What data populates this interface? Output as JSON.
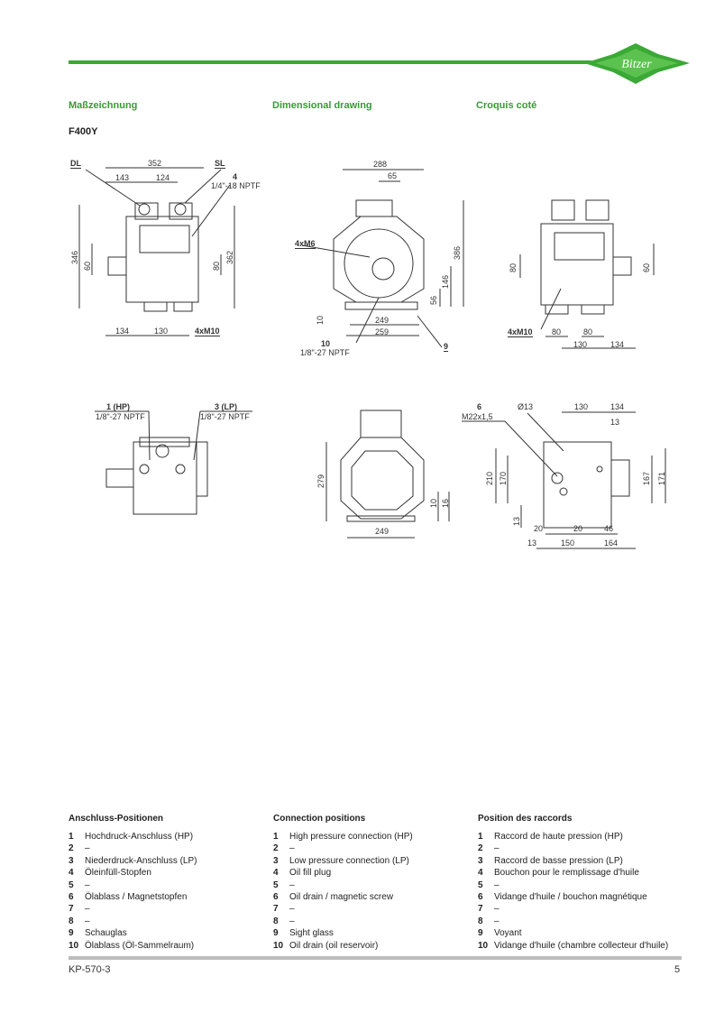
{
  "header": {
    "logo_text": "Bitzer",
    "brand_color": "#3aa935"
  },
  "titles": {
    "de": "Maßzeichnung",
    "en": "Dimensional drawing",
    "fr": "Croquis coté"
  },
  "model": "F400Y",
  "views": {
    "side_left": {
      "dl": "DL",
      "d352": "352",
      "d143": "143",
      "d124": "124",
      "sl": "SL",
      "p4": "4",
      "p4_thread": "1/4\"-18 NPTF",
      "d346": "346",
      "d60": "60",
      "d80": "80",
      "d362": "362",
      "d134": "134",
      "d130": "130",
      "m10": "4xM10"
    },
    "front": {
      "d288": "288",
      "d65": "65",
      "m6": "4xM6",
      "d386": "386",
      "d146": "146",
      "d56": "56",
      "d10": "10",
      "d249": "249",
      "d259": "259",
      "p10": "10",
      "p10_thread": "1/8\"-27 NPTF",
      "p9": "9"
    },
    "side_right": {
      "d80a": "80",
      "d60": "60",
      "m10": "4xM10",
      "d80b": "80",
      "d80c": "80",
      "d130": "130",
      "d134": "134"
    },
    "top": {
      "hp": "1 (HP)",
      "hp_thread": "1/8\"-27 NPTF",
      "lp": "3 (LP)",
      "lp_thread": "1/8\"-27 NPTF"
    },
    "rear": {
      "d279": "279",
      "d10": "10",
      "d16": "16",
      "d249": "249"
    },
    "bottom": {
      "p6": "6",
      "p6_thread": "M22x1,5",
      "dia13": "Ø13",
      "d130": "130",
      "d134": "134",
      "d13a": "13",
      "d210": "210",
      "d170": "170",
      "d167": "167",
      "d171": "171",
      "d13b": "13",
      "d20a": "20",
      "d20b": "20",
      "d46": "46",
      "d13c": "13",
      "d150": "150",
      "d164": "164"
    }
  },
  "legend": {
    "de": {
      "title": "Anschluss-Positionen",
      "items": [
        {
          "n": "1",
          "t": "Hochdruck-Anschluss (HP)"
        },
        {
          "n": "2",
          "t": "–"
        },
        {
          "n": "3",
          "t": "Niederdruck-Anschluss (LP)"
        },
        {
          "n": "4",
          "t": "Öleinfüll-Stopfen"
        },
        {
          "n": "5",
          "t": "–"
        },
        {
          "n": "6",
          "t": "Ölablass / Magnetstopfen"
        },
        {
          "n": "7",
          "t": "–"
        },
        {
          "n": "8",
          "t": "–"
        },
        {
          "n": "9",
          "t": "Schauglas"
        },
        {
          "n": "10",
          "t": "Ölablass (Öl-Sammelraum)"
        }
      ]
    },
    "en": {
      "title": "Connection positions",
      "items": [
        {
          "n": "1",
          "t": "High pressure connection (HP)"
        },
        {
          "n": "2",
          "t": "–"
        },
        {
          "n": "3",
          "t": "Low pressure connection (LP)"
        },
        {
          "n": "4",
          "t": "Oil fill plug"
        },
        {
          "n": "5",
          "t": "–"
        },
        {
          "n": "6",
          "t": "Oil drain / magnetic screw"
        },
        {
          "n": "7",
          "t": "–"
        },
        {
          "n": "8",
          "t": "–"
        },
        {
          "n": "9",
          "t": "Sight glass"
        },
        {
          "n": "10",
          "t": "Oil drain (oil reservoir)"
        }
      ]
    },
    "fr": {
      "title": "Position des raccords",
      "items": [
        {
          "n": "1",
          "t": "Raccord de haute pression (HP)"
        },
        {
          "n": "2",
          "t": "–"
        },
        {
          "n": "3",
          "t": "Raccord de basse pression (LP)"
        },
        {
          "n": "4",
          "t": "Bouchon pour le remplissage d'huile"
        },
        {
          "n": "5",
          "t": "–"
        },
        {
          "n": "6",
          "t": "Vidange d'huile / bouchon magnétique"
        },
        {
          "n": "7",
          "t": "–"
        },
        {
          "n": "8",
          "t": "–"
        },
        {
          "n": "9",
          "t": "Voyant"
        },
        {
          "n": "10",
          "t": "Vidange d'huile (chambre collecteur d'huile)"
        }
      ]
    }
  },
  "footer": {
    "doc_id": "KP-570-3",
    "page": "5"
  }
}
